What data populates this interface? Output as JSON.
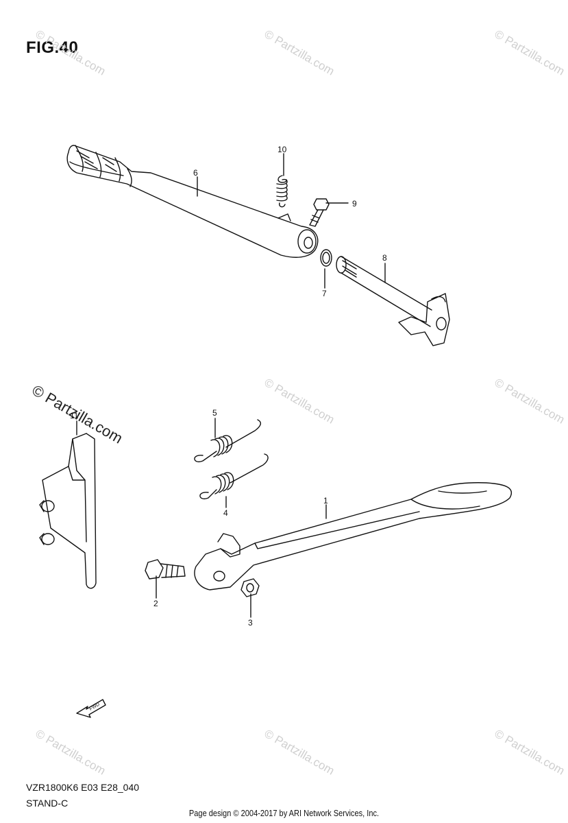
{
  "figure": {
    "title": "FIG.40"
  },
  "diagram_code": "VZR1800K6 E03 E28_040",
  "diagram_name": "STAND-C",
  "footer": "Page design © 2004-2017 by ARI Network Services, Inc.",
  "watermark": {
    "text": "© Partzilla.com"
  },
  "fwd_arrow": {
    "label": "FWD"
  },
  "callouts": {
    "c1": "1",
    "c2": "2",
    "c3": "3",
    "c4": "4",
    "c5": "5",
    "c6": "6",
    "c7": "7",
    "c8": "8",
    "c9": "9",
    "c10": "10",
    "c11": "11"
  }
}
